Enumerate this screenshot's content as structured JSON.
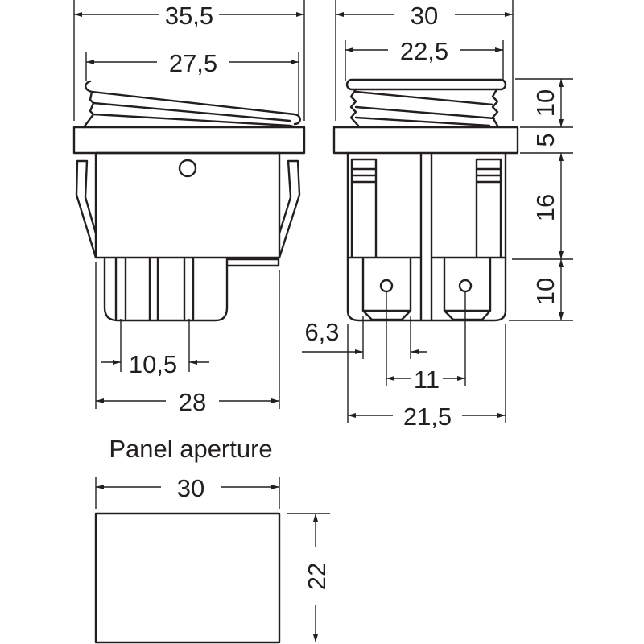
{
  "title": "Panel aperture",
  "dimensions": {
    "front_overall_width": "35,5",
    "front_rocker_width": "27,5",
    "front_pin_spacing": "10,5",
    "front_body_width": "28",
    "side_overall_width": "30",
    "side_rocker_width": "22,5",
    "side_rocker_height": "10",
    "side_flange_height": "5",
    "side_body_height": "16",
    "side_terminal_height": "10",
    "side_terminal_width": "6,3",
    "side_terminal_spacing": "11",
    "side_body_width": "21,5",
    "aperture_width": "30",
    "aperture_height": "22"
  },
  "colors": {
    "line": "#231f20",
    "background": "#ffffff"
  }
}
